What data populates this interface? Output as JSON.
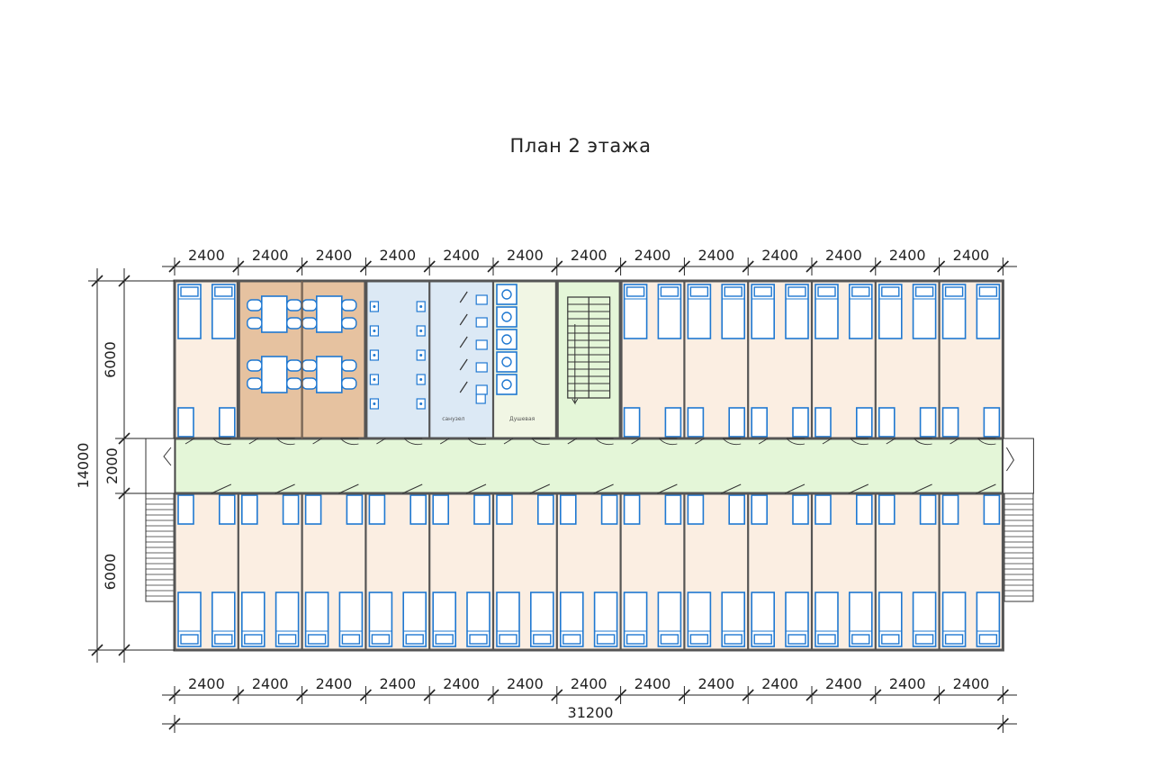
{
  "title": "План 2 этажа",
  "dimensions": {
    "top_modules": [
      "2400",
      "2400",
      "2400",
      "2400",
      "2400",
      "2400",
      "2400",
      "2400",
      "2400",
      "2400",
      "2400",
      "2400",
      "2400"
    ],
    "bottom_modules": [
      "2400",
      "2400",
      "2400",
      "2400",
      "2400",
      "2400",
      "2400",
      "2400",
      "2400",
      "2400",
      "2400",
      "2400",
      "2400"
    ],
    "total_length": "31200",
    "left_upper": "6000",
    "left_corridor": "2000",
    "left_lower": "6000",
    "left_total": "14000"
  },
  "room_labels": {
    "shower": "санузел",
    "washroom": "Душевая"
  },
  "colors": {
    "bedroom": "#fbeee2",
    "dining": "#e6c2a0",
    "washroom": "#dce9f5",
    "sanitary": "#f1f6e4",
    "corridor": "#e4f6d8",
    "furniture": "#1f78d1",
    "wall": "#555555"
  },
  "icons": {
    "bed": "bed-icon",
    "table": "table-icon",
    "toilet": "toilet-icon",
    "sink": "sink-icon",
    "shower": "shower-icon",
    "stair": "stair-icon",
    "door": "door-icon"
  }
}
